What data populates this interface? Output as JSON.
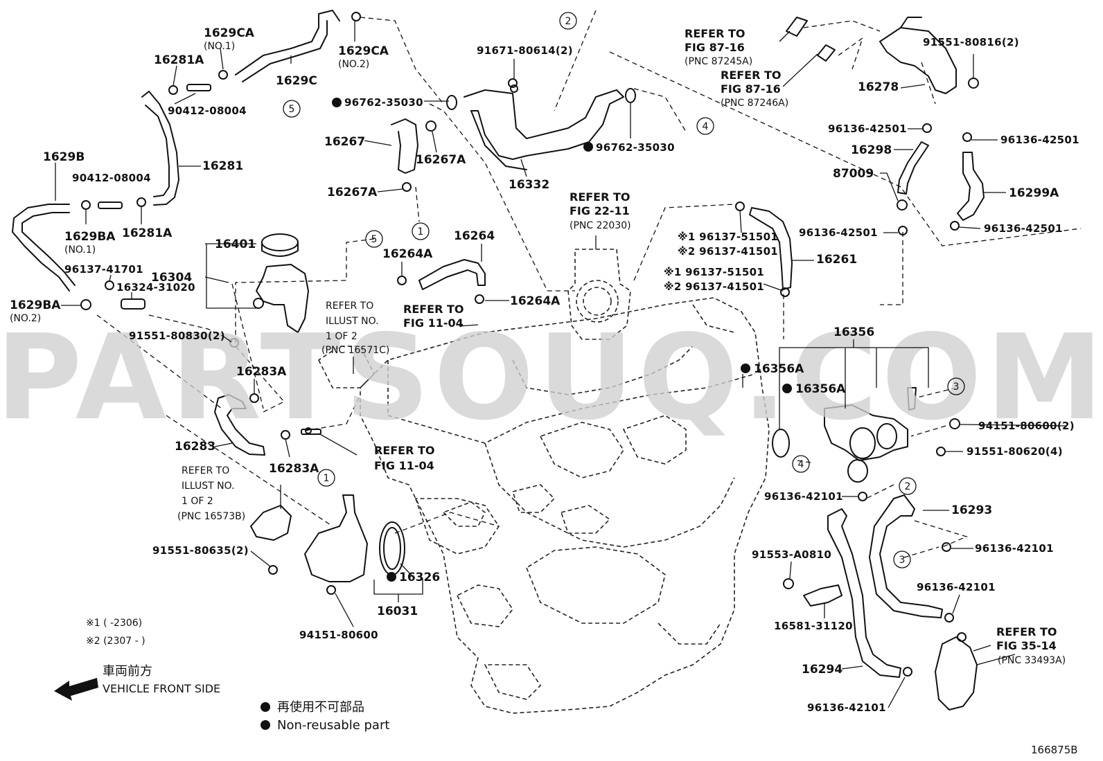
{
  "watermark": "PARTSOUQ.COM",
  "diagram_id": "166875B",
  "labels": {
    "l1629CA_1": "1629CA",
    "l1629CA_1_note": "(NO.1)",
    "l1629CA_2": "1629CA",
    "l1629CA_2_note": "(NO.2)",
    "l1629C": "1629C",
    "l16281A_top": "16281A",
    "l90412_top": "90412-08004",
    "l16281": "16281",
    "l16281A_bot": "16281A",
    "l1629B": "1629B",
    "l90412_mid": "90412-08004",
    "l1629BA_1": "1629BA",
    "l1629BA_1_note": "(NO.1)",
    "l96137_41701": "96137-41701",
    "l16324": "16324-31020",
    "l1629BA_2": "1629BA",
    "l1629BA_2_note": "(NO.2)",
    "l96762_a": "96762-35030",
    "l16267": "16267",
    "l16267A_1": "16267A",
    "l16267A_2": "16267A",
    "l91671": "91671-80614(2)",
    "l16332": "16332",
    "l96762_b": "96762-35030",
    "l16401": "16401",
    "l16304": "16304",
    "l16264A_1": "16264A",
    "l16264": "16264",
    "l16264A_2": "16264A",
    "l91551_80830": "91551-80830(2)",
    "l16283A_1": "16283A",
    "l16283": "16283",
    "l16283A_2": "16283A",
    "l91551_80635": "91551-80635(2)",
    "l94151_80600_bot": "94151-80600",
    "l16326": "16326",
    "l16031": "16031",
    "l91551_80816": "91551-80816(2)",
    "l16278": "16278",
    "l96136_42501_a": "96136-42501",
    "l96136_42501_b": "96136-42501",
    "l16298": "16298",
    "l87009": "87009",
    "l16299A": "16299A",
    "l96136_42501_c": "96136-42501",
    "l96136_42501_d": "96136-42501",
    "l96137_51501_a": "※1 96137-51501",
    "l96137_41501_a": "※2 96137-41501",
    "l16261": "16261",
    "l96137_51501_b": "※1 96137-51501",
    "l96137_41501_b": "※2 96137-41501",
    "l16356": "16356",
    "l16356A_1": "16356A",
    "l16356A_2": "16356A",
    "l94151_80600_r": "94151-80600(2)",
    "l91551_80620": "91551-80620(4)",
    "l96136_42101_a": "96136-42101",
    "l16293": "16293",
    "l96136_42101_b": "96136-42101",
    "l91553": "91553-A0810",
    "l96136_42101_c": "96136-42101",
    "l16581": "16581-31120",
    "l16294": "16294",
    "l96136_42101_d": "96136-42101"
  },
  "refs": {
    "r_87_16_a": [
      "REFER TO",
      "FIG 87-16",
      "(PNC 87245A)"
    ],
    "r_87_16_b": [
      "REFER TO",
      "FIG 87-16",
      "(PNC 87246A)"
    ],
    "r_22_11": [
      "REFER TO",
      "FIG 22-11",
      "(PNC 22030)"
    ],
    "r_illust_c": [
      "REFER TO",
      "ILLUST NO.",
      "1 OF 2",
      "(PNC 16571C)"
    ],
    "r_11_04_a": [
      "REFER TO",
      "FIG 11-04"
    ],
    "r_11_04_b": [
      "REFER TO",
      "FIG 11-04"
    ],
    "r_illust_b": [
      "REFER TO",
      "ILLUST NO.",
      "1 OF 2",
      "(PNC 16573B)"
    ],
    "r_35_14": [
      "REFER TO",
      "FIG 35-14",
      "(PNC 33493A)"
    ]
  },
  "callouts": [
    "1",
    "2",
    "3",
    "4",
    "5"
  ],
  "notes": {
    "note1": "※1 (        -2306)",
    "note2": "※2 (2307 -        )"
  },
  "legend": {
    "front_jp": "車両前方",
    "front_en": "VEHICLE FRONT SIDE",
    "nonreuse_jp": "再使用不可部品",
    "nonreuse_en": "Non-reusable part"
  }
}
